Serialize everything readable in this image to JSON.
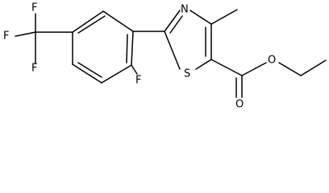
{
  "structure": {
    "atoms": [
      {
        "id": "F1",
        "label": "F"
      },
      {
        "id": "F2",
        "label": "F"
      },
      {
        "id": "F3",
        "label": "F"
      },
      {
        "id": "F4",
        "label": "F"
      },
      {
        "id": "N",
        "label": "N"
      },
      {
        "id": "S",
        "label": "S"
      },
      {
        "id": "O1",
        "label": "O"
      },
      {
        "id": "O2",
        "label": "O"
      }
    ]
  },
  "colors": {
    "ink": "#000000",
    "background": "#ffffff"
  }
}
